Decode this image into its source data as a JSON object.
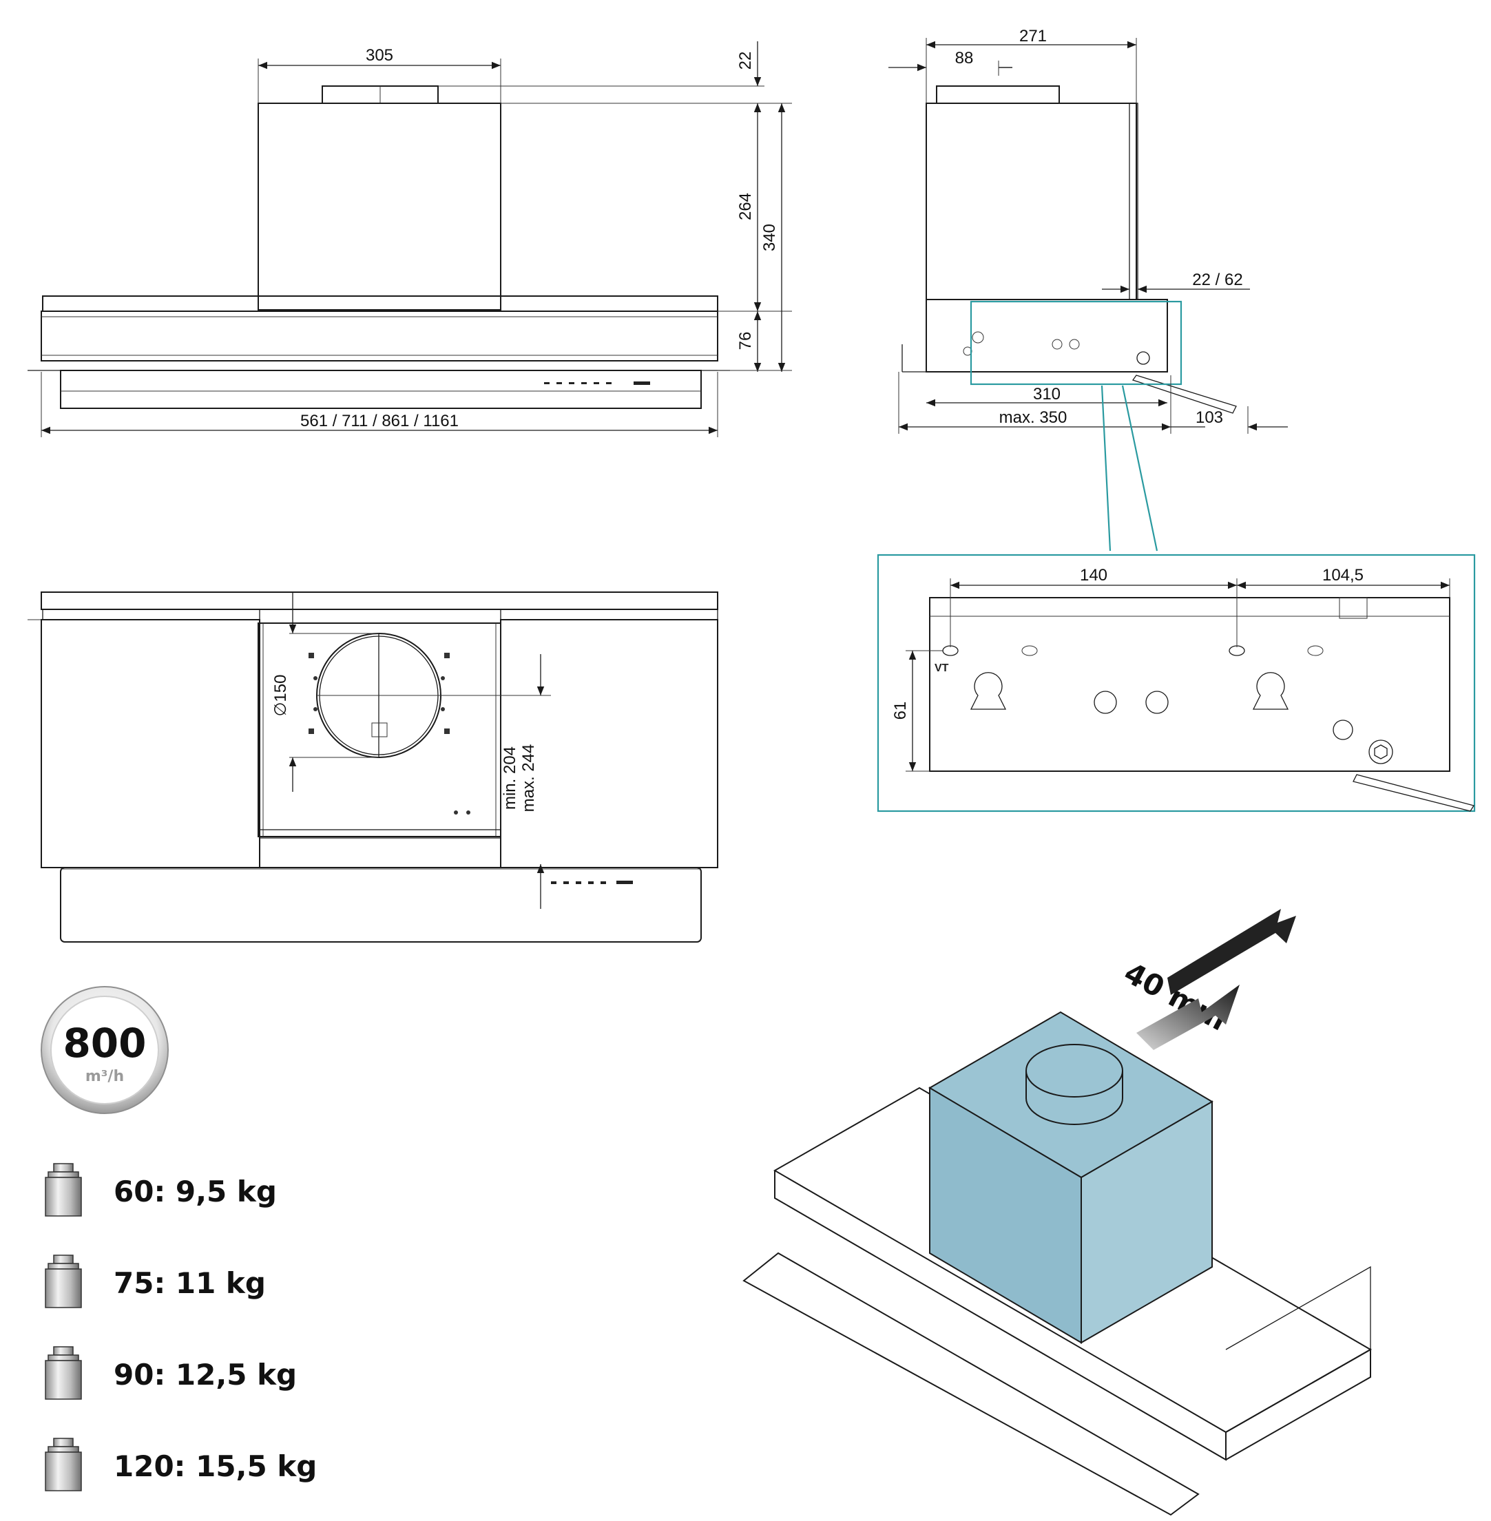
{
  "dimensions": {
    "front_duct_width": "305",
    "front_top_offset": "22",
    "front_body_height": "264",
    "front_total_height": "340",
    "front_panel_height": "76",
    "front_widths": "561 / 711 / 861 / 1161",
    "side_depth": "271",
    "side_duct_offset": "88",
    "side_gap": "22 / 62",
    "side_bottom_depth": "310",
    "side_max_depth": "max. 350",
    "side_front_ext": "103",
    "top_duct_diameter": "∅150",
    "top_min_max": "min. 204",
    "top_max": "max. 244",
    "detail_left": "140",
    "detail_right": "104,5",
    "detail_height": "61",
    "detail_mark": "VT"
  },
  "airflow": {
    "value": "800",
    "unit": "m³/h"
  },
  "weights": [
    {
      "label": "60: 9,5 kg"
    },
    {
      "label": "75: 11 kg"
    },
    {
      "label": "90: 12,5 kg"
    },
    {
      "label": "120: 15,5 kg"
    }
  ],
  "offset_label": "40 mm",
  "colors": {
    "accent_teal": "#2a9aa0",
    "box_blue": "#93bfd0",
    "badge_grey": "#c8c8c8"
  }
}
